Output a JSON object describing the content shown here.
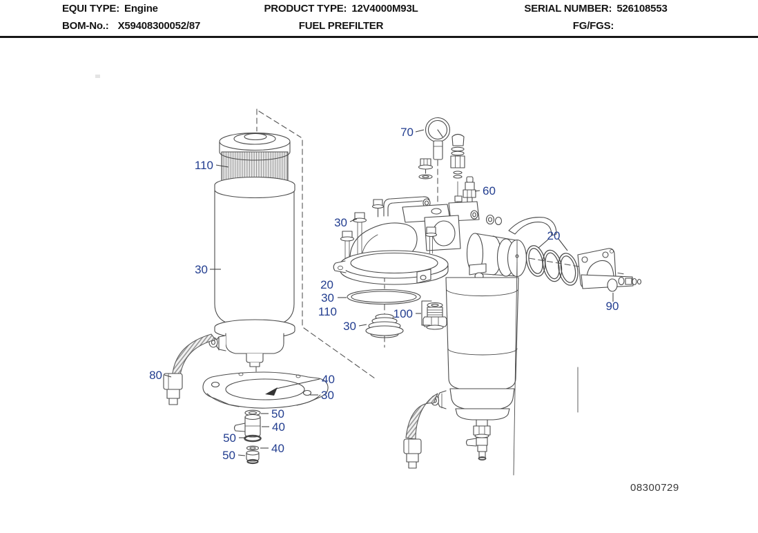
{
  "header": {
    "equi_type": {
      "label": "EQUI TYPE:",
      "value": "Engine"
    },
    "product_type": {
      "label": "PRODUCT TYPE:",
      "value": "12V4000M93L"
    },
    "serial_number": {
      "label": "SERIAL NUMBER:",
      "value": "526108553"
    },
    "bom_no": {
      "label": "BOM-No.:",
      "value": "X59408300052/87"
    },
    "page_title": "FUEL PREFILTER",
    "fg_fgs": {
      "label": "FG/FGS:",
      "value": ""
    }
  },
  "diagram": {
    "drawing_number": "08300729",
    "callout_color": "#223d8f",
    "line_color": "#3c3c3c",
    "callouts": [
      {
        "text": "110"
      },
      {
        "text": "30"
      },
      {
        "text": "80"
      },
      {
        "text": "40"
      },
      {
        "text": "30"
      },
      {
        "text": "50"
      },
      {
        "text": "40"
      },
      {
        "text": "50"
      },
      {
        "text": "40"
      },
      {
        "text": "50"
      },
      {
        "text": "70"
      },
      {
        "text": "60"
      },
      {
        "text": "30"
      },
      {
        "text": "20"
      },
      {
        "text": "30"
      },
      {
        "text": "110"
      },
      {
        "text": "30"
      },
      {
        "text": "100"
      },
      {
        "text": "20"
      },
      {
        "text": "90"
      }
    ]
  }
}
